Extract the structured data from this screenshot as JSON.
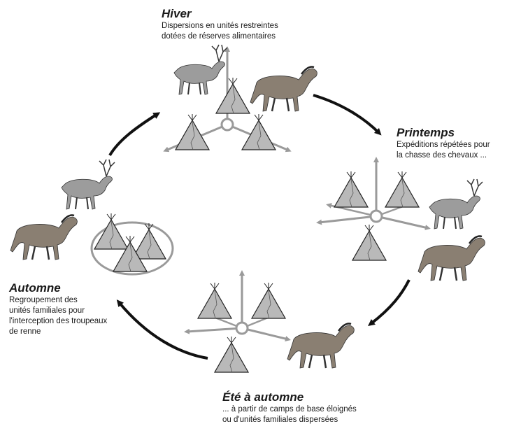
{
  "seasons": {
    "hiver": {
      "title": "Hiver",
      "desc": "Dispersions en unités restreintes\ndotées de réserves alimentaires"
    },
    "printemps": {
      "title": "Printemps",
      "desc": "Expéditions répétées pour\nla chasse des chevaux ..."
    },
    "automne": {
      "title": "Automne",
      "desc": "Regroupement des\nunités familiales pour\nl'interception des troupeaux\nde renne"
    },
    "ete": {
      "title": "Été à automne",
      "desc": "... à partir de camps de base éloignés\nou d'unités familiales dispersées"
    }
  },
  "colors": {
    "cycle_arrow": "#111111",
    "movement_arrow": "#9a9a9a",
    "tent_fill": "#b9b9b9",
    "tent_stroke": "#222222",
    "horse": "#8a7f72",
    "reindeer": "#9c9c9c"
  },
  "icons": [
    "tent-icon",
    "horse-icon",
    "reindeer-icon",
    "camp-hub-icon"
  ]
}
